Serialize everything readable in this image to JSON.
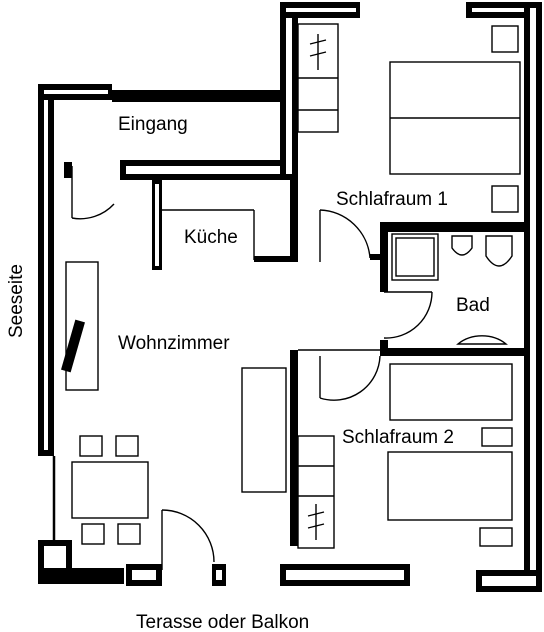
{
  "rooms": {
    "eingang": "Eingang",
    "kueche": "Küche",
    "schlafraum1": "Schlafraum 1",
    "bad": "Bad",
    "wohnzimmer": "Wohnzimmer",
    "schlafraum2": "Schlafraum 2"
  },
  "orientation": {
    "left": "Seeseite",
    "bottom": "Terasse oder Balkon"
  }
}
